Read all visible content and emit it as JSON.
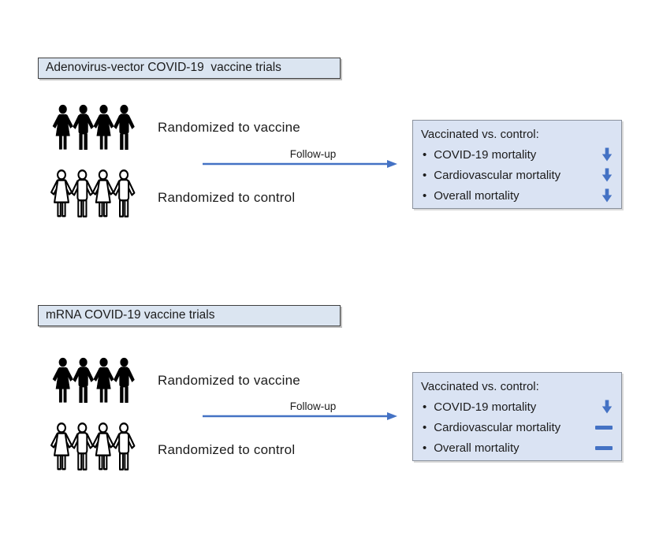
{
  "colors": {
    "accent_blue": "#4472c4",
    "title_box_fill": "#dbe5f1",
    "results_box_fill": "#dae3f3",
    "title_box_border": "#3f3f3f",
    "results_box_border": "#8a919c",
    "text": "#1c1c1c",
    "background": "#ffffff"
  },
  "icons": {
    "vaccine_group": "people-group-filled-icon",
    "control_group": "people-group-outline-icon",
    "decrease": "down-arrow-icon",
    "no_change": "dash-icon"
  },
  "panels": [
    {
      "title": "Adenovirus-vector COVID-19  vaccine trials",
      "vaccine_group_label": "Randomized to vaccine",
      "control_group_label": "Randomized to control",
      "followup_label": "Follow-up",
      "results": {
        "header": "Vaccinated vs. control:",
        "items": [
          {
            "label": "COVID-19 mortality",
            "effect": "decrease"
          },
          {
            "label": "Cardiovascular mortality",
            "effect": "decrease"
          },
          {
            "label": "Overall mortality",
            "effect": "decrease"
          }
        ]
      }
    },
    {
      "title": "mRNA COVID-19 vaccine trials",
      "vaccine_group_label": "Randomized to vaccine",
      "control_group_label": "Randomized to control",
      "followup_label": "Follow-up",
      "results": {
        "header": "Vaccinated vs. control:",
        "items": [
          {
            "label": "COVID-19 mortality",
            "effect": "decrease"
          },
          {
            "label": "Cardiovascular mortality",
            "effect": "no-change"
          },
          {
            "label": "Overall mortality",
            "effect": "no-change"
          }
        ]
      }
    }
  ]
}
